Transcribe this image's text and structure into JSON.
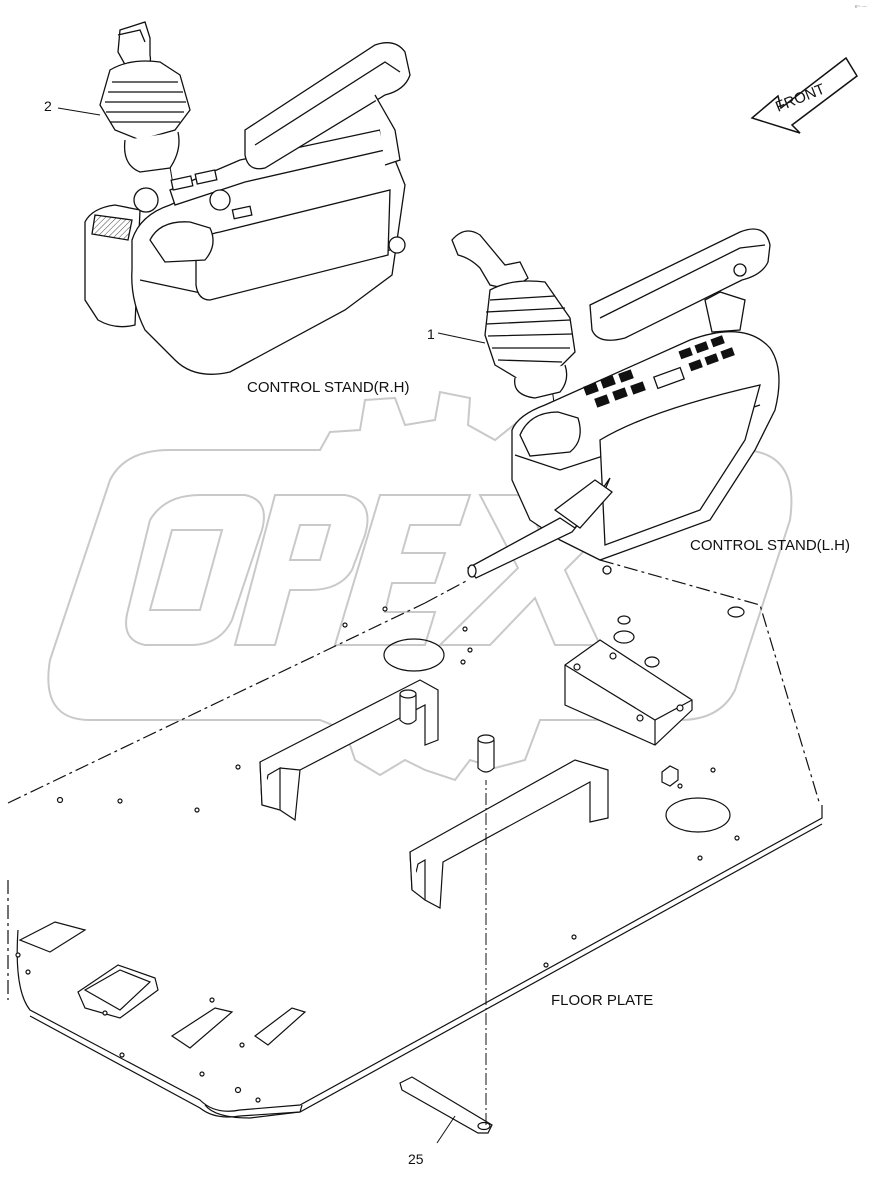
{
  "labels": {
    "front": "FRONT",
    "control_stand_rh": "CONTROL STAND(R.H)",
    "control_stand_lh": "CONTROL STAND(L.H)",
    "floor_plate": "FLOOR PLATE",
    "watermark": "OPEX",
    "corner_code": "e~ ---"
  },
  "callouts": [
    "2",
    "1",
    "25"
  ]
}
